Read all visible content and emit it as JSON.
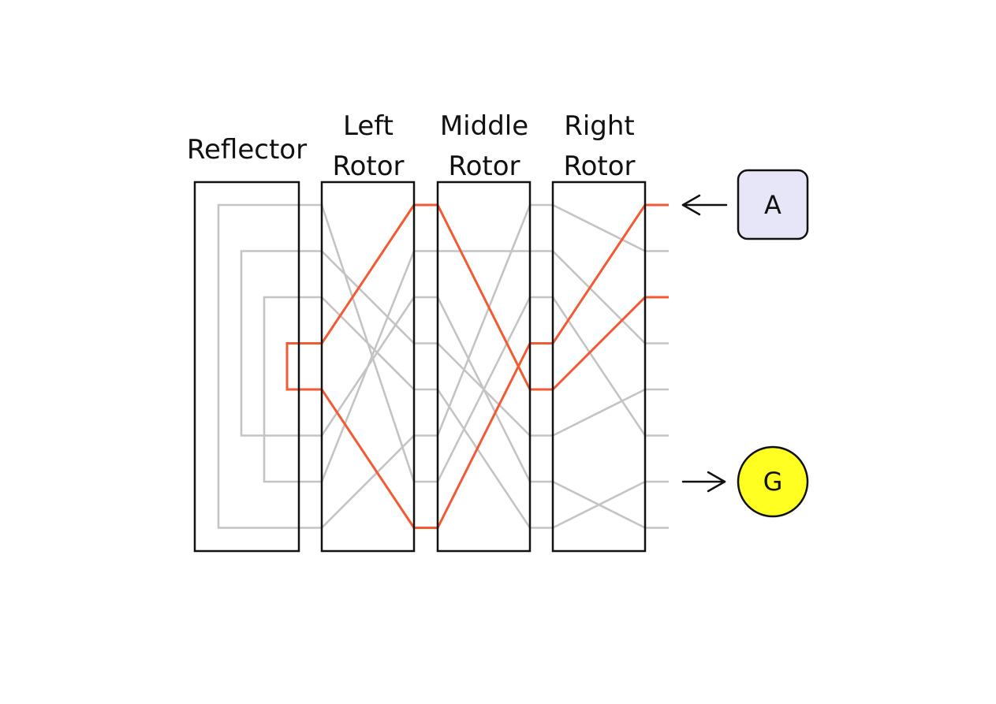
{
  "labels": {
    "reflector": "Reflector",
    "left_rotor_line1": "Left",
    "left_rotor_line2": "Rotor",
    "middle_rotor_line1": "Middle",
    "middle_rotor_line2": "Rotor",
    "right_rotor_line1": "Right",
    "right_rotor_line2": "Rotor"
  },
  "input_key": {
    "label": "A",
    "fill": "#e6e6f8"
  },
  "output_lamp": {
    "label": "G",
    "fill": "#ffff22"
  },
  "colors": {
    "active_path": "#f25a33",
    "inactive_wire": "#c4c4c4",
    "outline": "#111111"
  },
  "wiring": {
    "right_rotor": [
      [
        0,
        3
      ],
      [
        1,
        0
      ],
      [
        2,
        4
      ],
      [
        3,
        1
      ],
      [
        4,
        5
      ],
      [
        5,
        2
      ],
      [
        6,
        7
      ],
      [
        7,
        6
      ]
    ],
    "middle_rotor": [
      [
        0,
        5
      ],
      [
        1,
        1
      ],
      [
        2,
        6
      ],
      [
        3,
        7
      ],
      [
        4,
        0
      ],
      [
        5,
        3
      ],
      [
        6,
        2
      ],
      [
        7,
        4
      ]
    ],
    "left_rotor": [
      [
        0,
        3
      ],
      [
        1,
        6
      ],
      [
        2,
        5
      ],
      [
        3,
        1
      ],
      [
        4,
        2
      ],
      [
        5,
        7
      ],
      [
        6,
        0
      ],
      [
        7,
        4
      ]
    ],
    "reflector": [
      [
        0,
        7
      ],
      [
        1,
        5
      ],
      [
        2,
        6
      ],
      [
        3,
        4
      ]
    ]
  },
  "active_path": {
    "input_row": 0,
    "output_row": 6
  }
}
